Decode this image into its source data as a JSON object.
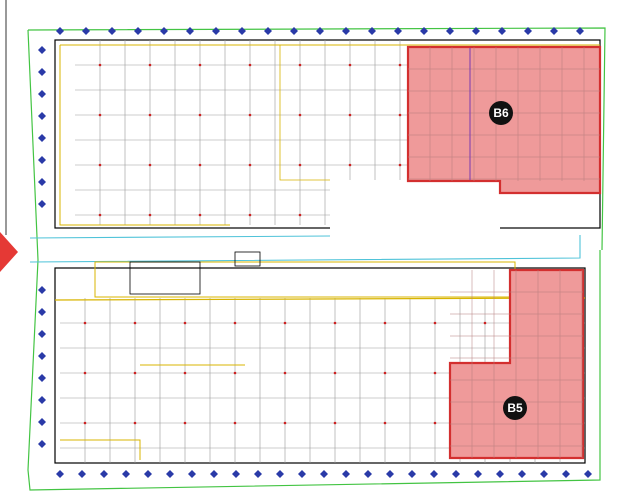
{
  "plan": {
    "units": [
      {
        "id": "b6",
        "label": "B6",
        "fill": "#ef9a9a",
        "stroke": "#d32f2f"
      },
      {
        "id": "b5",
        "label": "B5",
        "fill": "#ef9a9a",
        "stroke": "#d32f2f"
      }
    ],
    "colors": {
      "perimeter": "#43c443",
      "wall": "#000000",
      "grid": "#999999",
      "column_dot": "#cc2222",
      "utility_line": "#d8b400",
      "service_line": "#4fc3d9",
      "marker": "#2a3aa8",
      "entrance_arrow": "#e53935",
      "badge": "#111111"
    },
    "entrance_icon": "entrance-arrow-icon"
  }
}
